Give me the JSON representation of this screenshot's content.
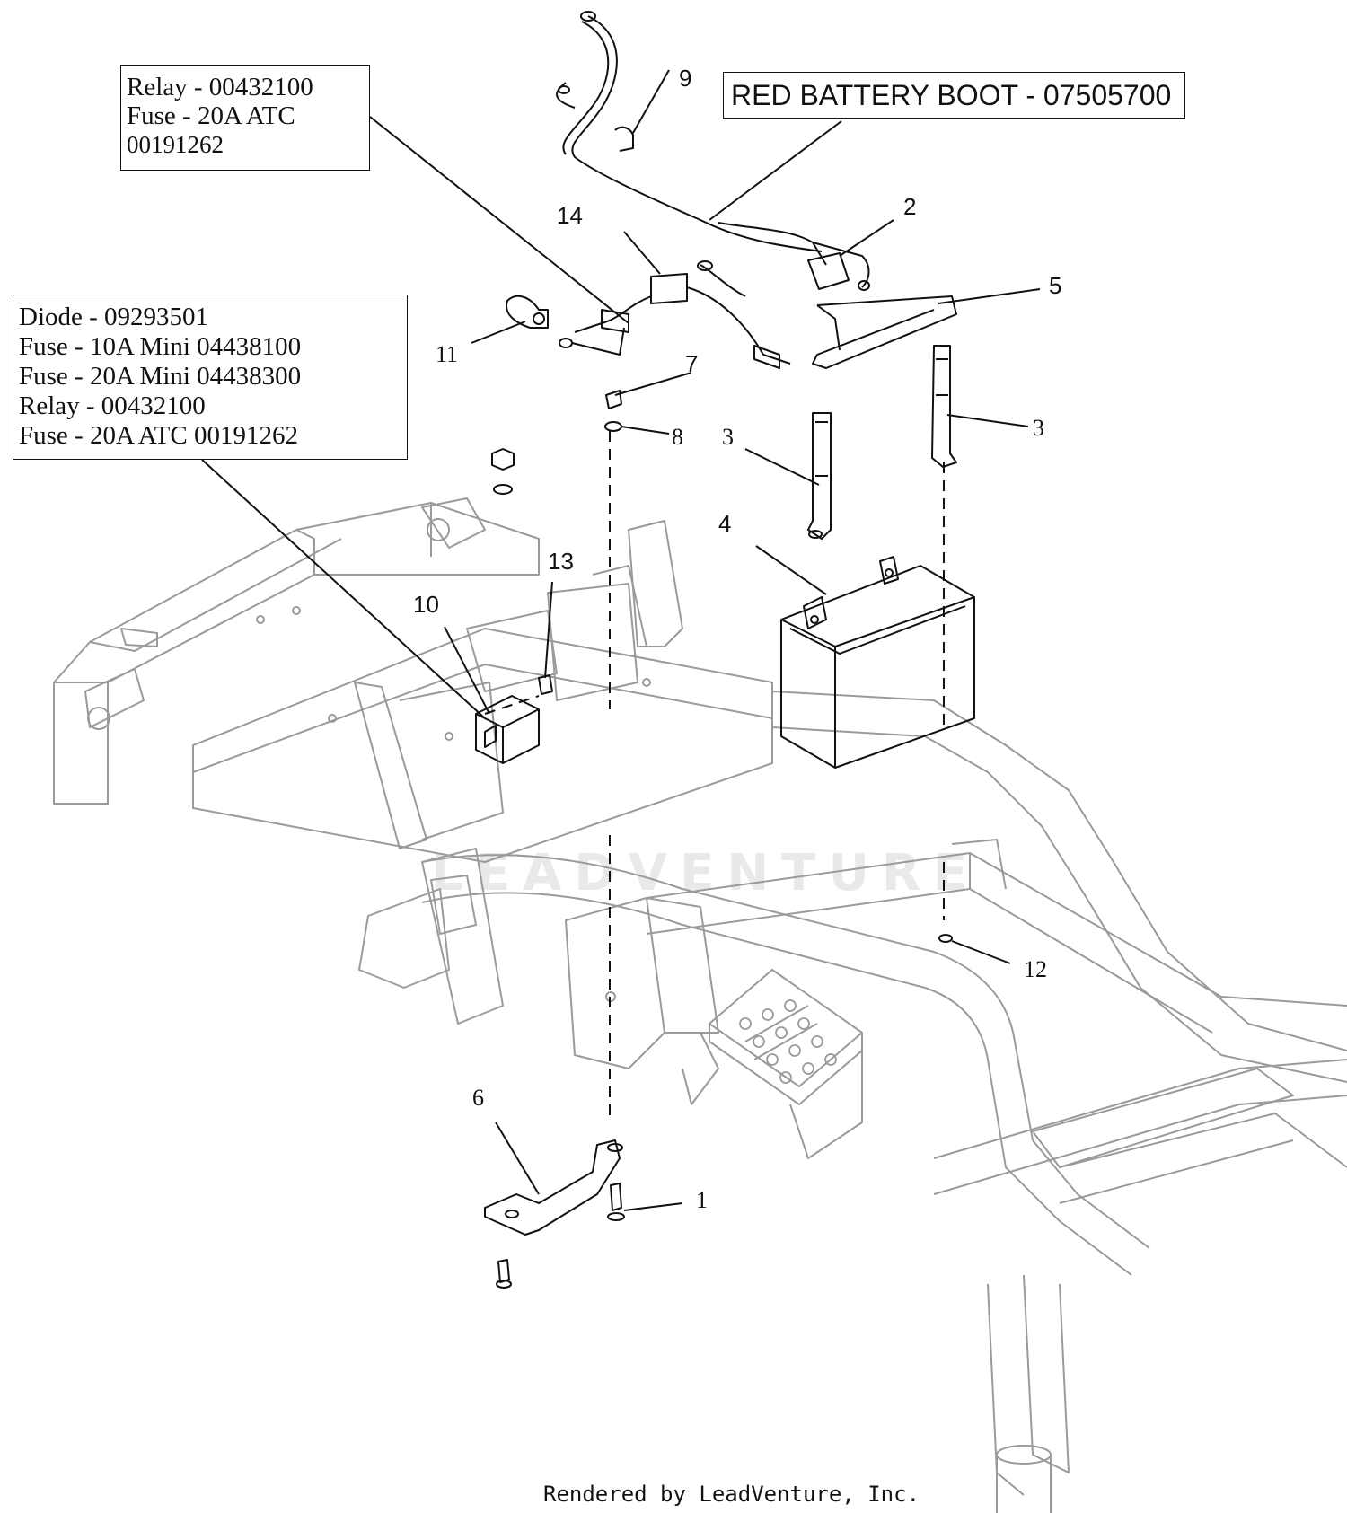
{
  "callouts": {
    "relay_box": [
      "Relay - 00432100",
      "Fuse - 20A ATC",
      "00191262"
    ],
    "diode_box": [
      "Diode - 09293501",
      "Fuse - 10A Mini 04438100",
      "Fuse - 20A Mini 04438300",
      "Relay - 00432100",
      "Fuse - 20A ATC 00191262"
    ],
    "boot_box": "RED BATTERY BOOT - 07505700"
  },
  "part_numbers": {
    "p1": "1",
    "p2": "2",
    "p3a": "3",
    "p3b": "3",
    "p4": "4",
    "p5": "5",
    "p6": "6",
    "p7": "7",
    "p8": "8",
    "p9": "9",
    "p10": "10",
    "p11": "11",
    "p12": "12",
    "p13": "13",
    "p14": "14"
  },
  "watermark": "LEADVENTURE",
  "footer": "Rendered by LeadVenture, Inc.",
  "colors": {
    "line": "#111111",
    "frame": "#9a9a9a",
    "watermark": "#e9e9e9"
  }
}
